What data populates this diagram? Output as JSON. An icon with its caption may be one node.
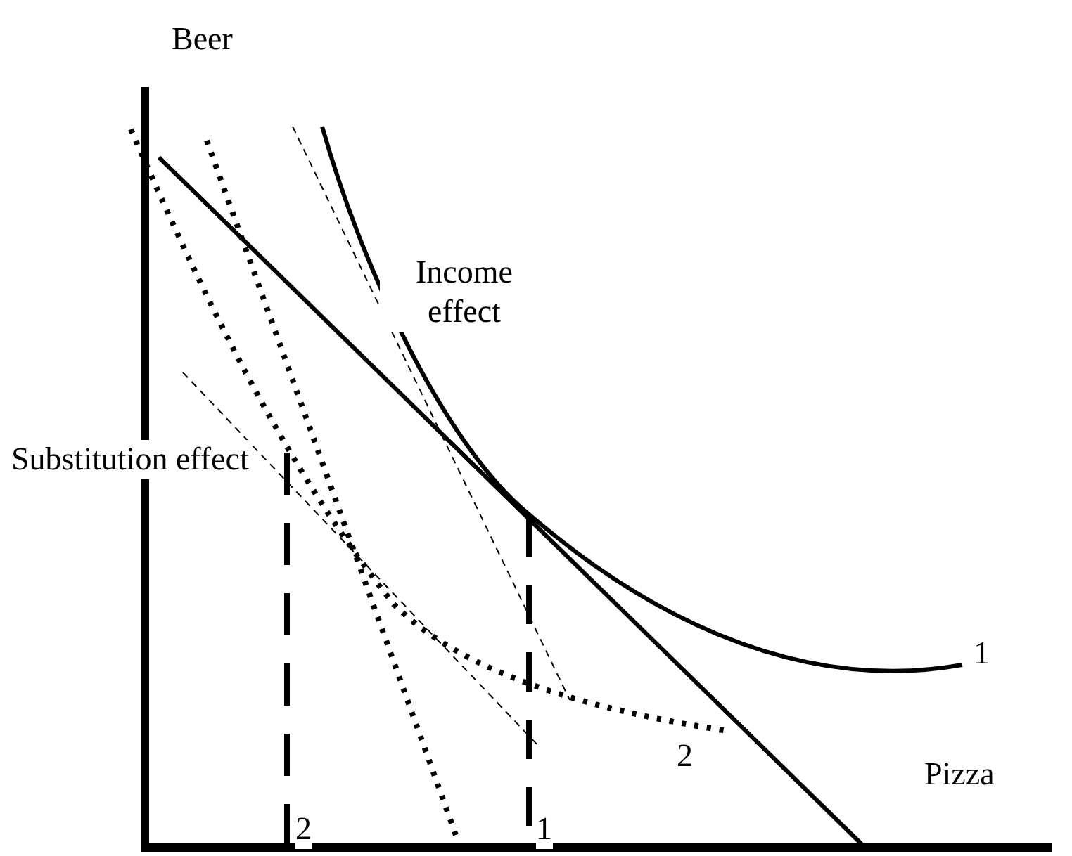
{
  "diagram": {
    "labels": [
      "Beer",
      "Income effect",
      "Substitution effect",
      "1",
      "2",
      "Pizza",
      "2",
      "1"
    ]
  }
}
